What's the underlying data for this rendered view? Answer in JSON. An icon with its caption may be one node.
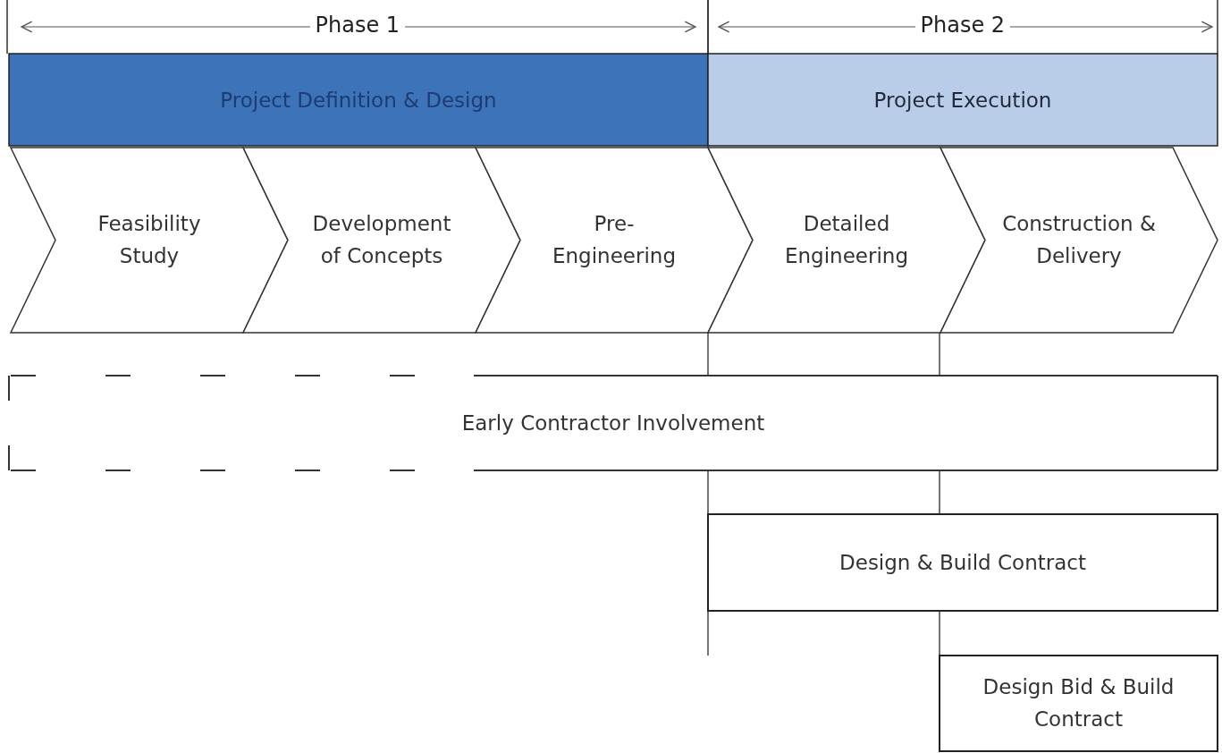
{
  "diagram": {
    "nodes": [
      {
        "text": [
          "Project Definition & Design"
        ]
      },
      {
        "text": [
          "Project Execution"
        ]
      },
      {
        "text": [
          "Feasibility Study"
        ]
      },
      {
        "text": [
          "Development of Concepts"
        ]
      },
      {
        "text": [
          "Pre-Engineering"
        ]
      },
      {
        "text": [
          "Detailed Engineering"
        ]
      },
      {
        "text": [
          "Construction & Delivery"
        ]
      },
      {
        "text": [
          "Early Contractor Involvement"
        ]
      },
      {
        "text": [
          "Design & Build Contract"
        ]
      },
      {
        "text": [
          "Design Bid & Build Contract"
        ]
      }
    ],
    "edges": [
      {
        "from": 4,
        "to": 7,
        "arrow": "none"
      },
      {
        "from": 5,
        "to": 7,
        "arrow": "none"
      },
      {
        "from": 7,
        "to": 8,
        "arrow": "none"
      },
      {
        "from": 7,
        "to": 8,
        "arrow": "none"
      },
      {
        "from": 8,
        "to": null,
        "arrow": "none"
      },
      {
        "from": 8,
        "to": 9,
        "arrow": "none"
      }
    ],
    "labels": [
      "Phase 1",
      "Phase 2"
    ]
  }
}
